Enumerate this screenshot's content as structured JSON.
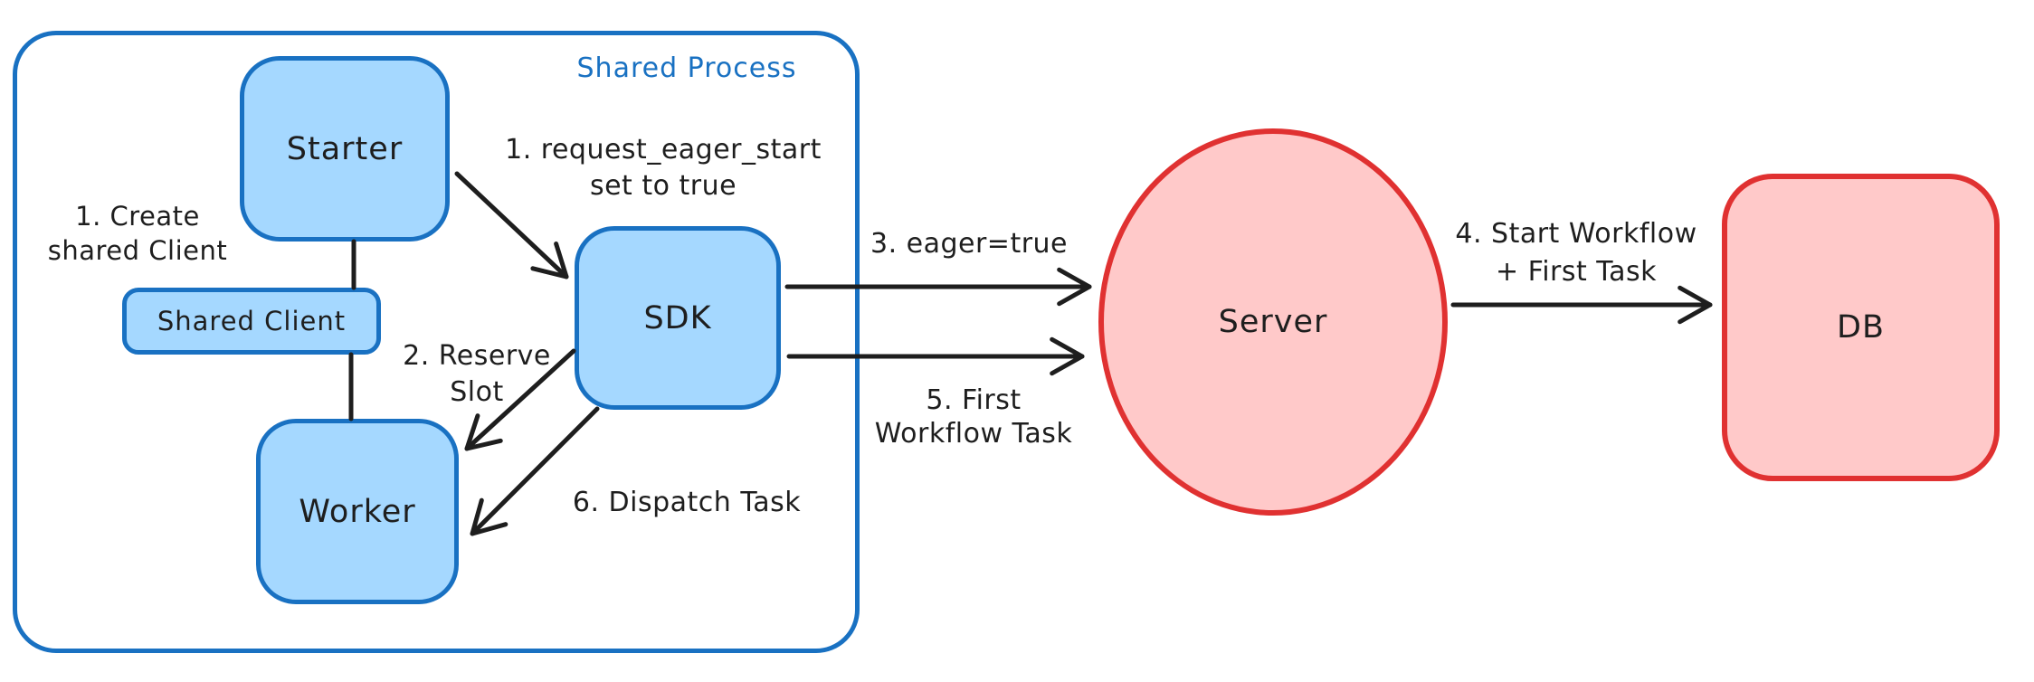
{
  "diagram": {
    "container_label": "Shared Process",
    "nodes": {
      "starter": {
        "label": "Starter"
      },
      "shared_client": {
        "label": "Shared Client"
      },
      "worker": {
        "label": "Worker"
      },
      "sdk": {
        "label": "SDK"
      },
      "server": {
        "label": "Server"
      },
      "db": {
        "label": "DB"
      }
    },
    "annotations": {
      "create_shared_client": {
        "line1": "1. Create",
        "line2": "shared Client"
      },
      "request_eager_start": {
        "line1": "1. request_eager_start",
        "line2": "set to true"
      },
      "reserve_slot": {
        "line1": "2. Reserve",
        "line2": "Slot"
      },
      "eager_true": {
        "line1": "3. eager=true"
      },
      "start_workflow": {
        "line1": "4. Start Workflow",
        "line2": "+ First Task"
      },
      "first_workflow_task": {
        "line1": "5. First",
        "line2": "Workflow Task"
      },
      "dispatch_task": {
        "line1": "6. Dispatch Task"
      }
    },
    "colors": {
      "blue_stroke": "#1971c2",
      "blue_fill": "#a5d8ff",
      "red_stroke": "#e03131",
      "red_fill": "#ffc9c9",
      "ink": "#1e1e1e",
      "background": "#ffffff"
    }
  }
}
